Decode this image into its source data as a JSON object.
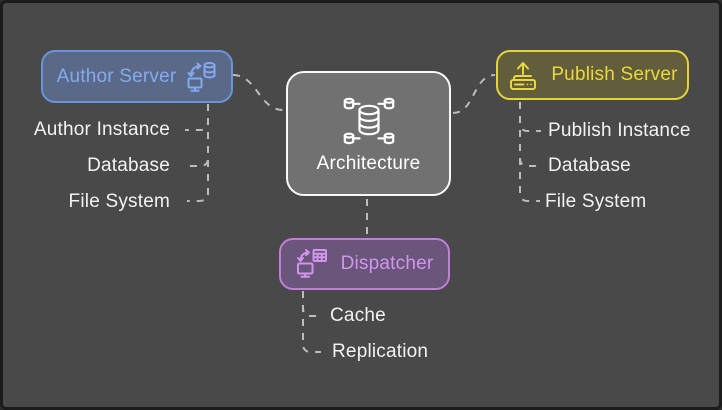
{
  "center_node": {
    "label": "Architecture",
    "icon": "distributed-database-icon"
  },
  "author": {
    "label": "Author Server",
    "icon": "sync-database-monitor-icon",
    "items": [
      "Author Instance",
      "Database",
      "File System"
    ]
  },
  "publish": {
    "label": "Publish Server",
    "icon": "upload-server-icon",
    "items": [
      "Publish Instance",
      "Database",
      "File System"
    ]
  },
  "dispatcher": {
    "label": "Dispatcher",
    "icon": "sync-table-monitor-icon",
    "items": [
      "Cache",
      "Replication"
    ]
  },
  "colors": {
    "background": "#494949",
    "frame_border": "#1c1c1c",
    "center_fill": "#717171",
    "center_border": "#f8f8f8",
    "center_text": "#ffffff",
    "author_fill": "#5a6988",
    "author_accent": "#6b93da",
    "author_text": "#83aaf1",
    "publish_fill": "#625e3b",
    "publish_accent": "#e5d33a",
    "publish_text": "#e9d83b",
    "dispatcher_fill": "#6a557b",
    "dispatcher_accent": "#c27edb",
    "dispatcher_text": "#d295ec",
    "connector": "#bcbcbc",
    "leaf_text": "#f2f2f2"
  }
}
